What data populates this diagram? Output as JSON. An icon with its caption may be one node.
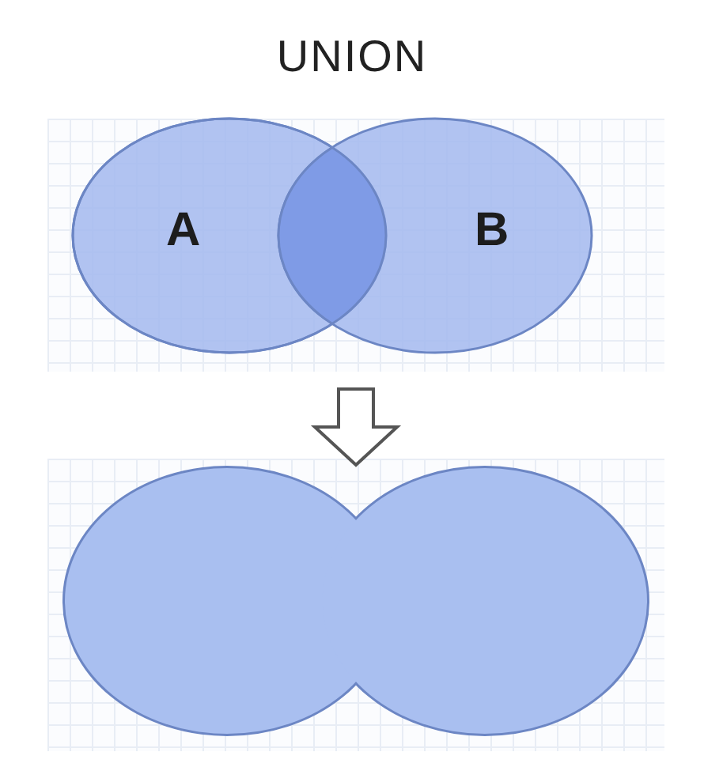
{
  "diagram": {
    "title": "UNION",
    "nodes": [
      {
        "text": [
          "A"
        ]
      },
      {
        "text": [
          "B"
        ]
      },
      {
        "text": [],
        "shape": "cloud"
      }
    ],
    "edges": [
      {
        "from": null,
        "to": 2,
        "arrow": "to"
      }
    ]
  }
}
